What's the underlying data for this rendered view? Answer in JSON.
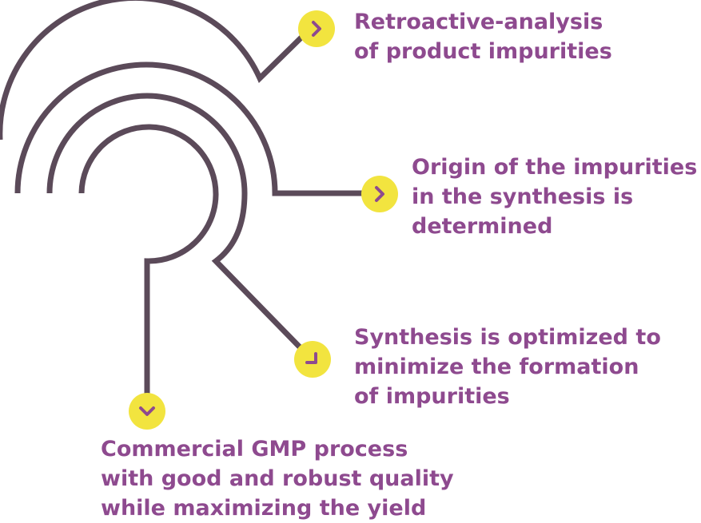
{
  "colors": {
    "line": "#5b4a59",
    "badge": "#f2e43f",
    "chevron": "#8e4a8f",
    "text": "#8e4a8f"
  },
  "steps": [
    {
      "icon": "chevron-right-icon",
      "lines": [
        "Retroactive-analysis",
        "of product impurities"
      ]
    },
    {
      "icon": "chevron-right-icon",
      "lines": [
        "Origin of the impurities",
        "in the synthesis is",
        "determined"
      ]
    },
    {
      "icon": "chevron-down-right-icon",
      "lines": [
        "Synthesis is optimized to",
        "minimize the formation",
        "of impurities"
      ]
    },
    {
      "icon": "chevron-down-icon",
      "lines": [
        "Commercial GMP process",
        "with good and robust quality",
        "while maximizing the yield"
      ]
    }
  ]
}
